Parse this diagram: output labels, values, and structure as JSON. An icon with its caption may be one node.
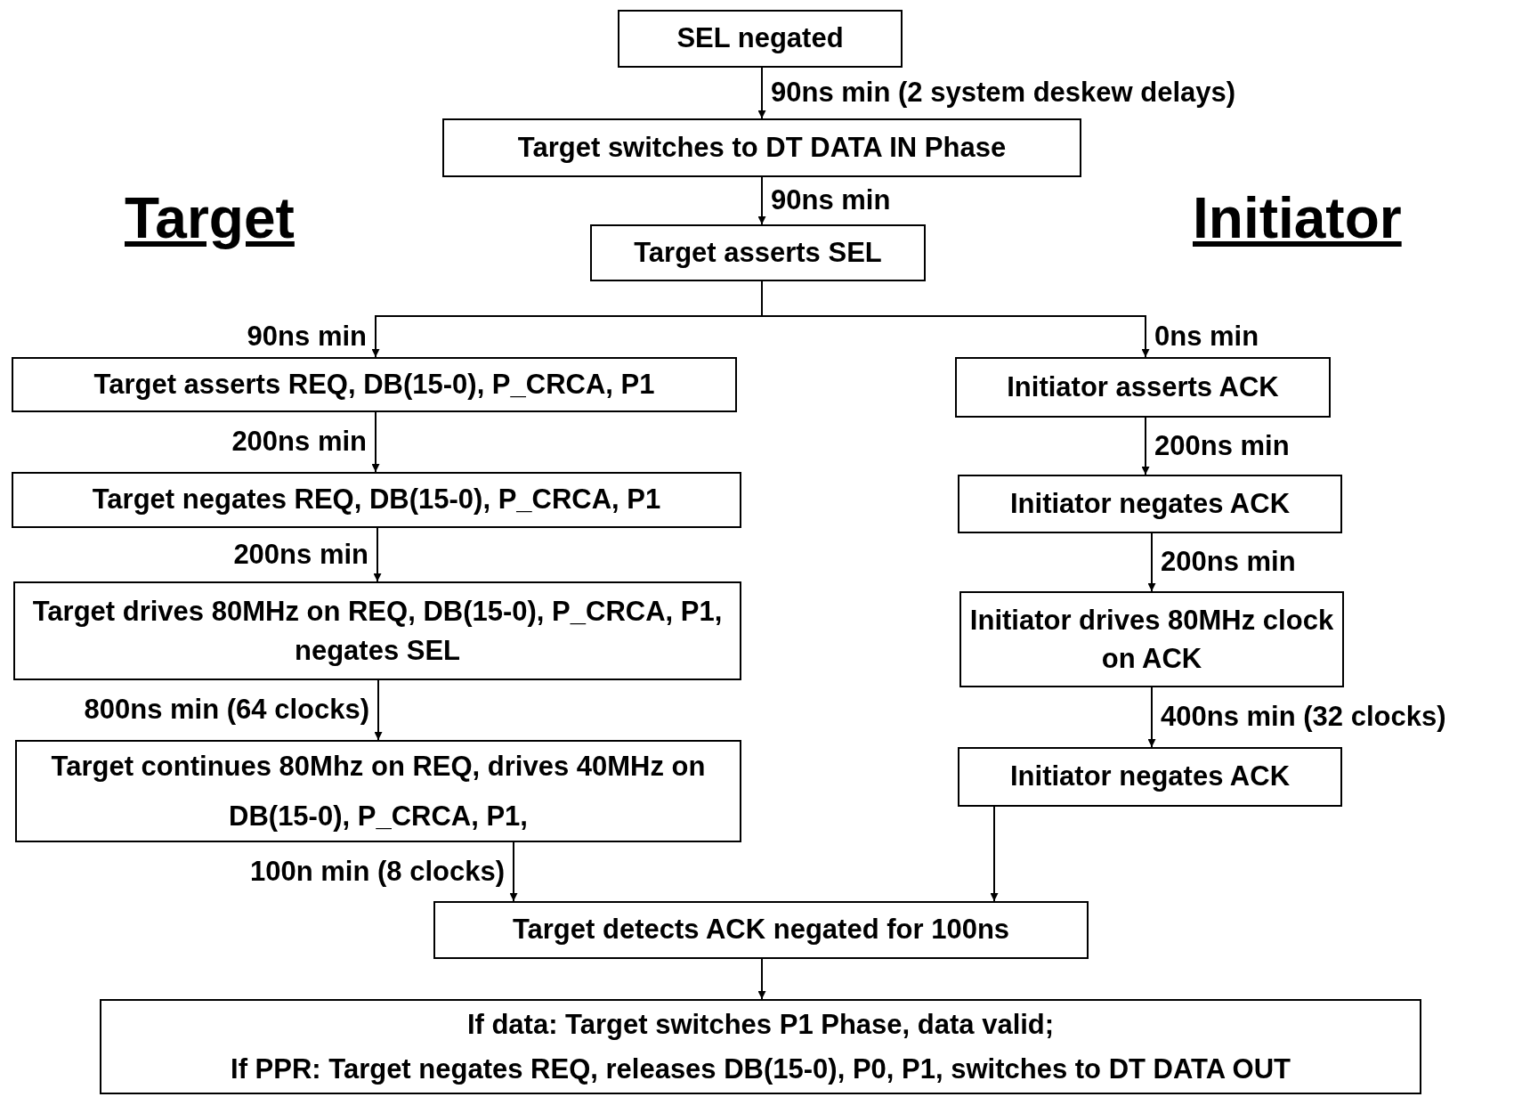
{
  "diagram": {
    "nodes": [
      {
        "text": [
          "SEL negated"
        ]
      },
      {
        "text": [
          "Target switches to DT DATA IN Phase"
        ]
      },
      {
        "text": [
          "Target asserts SEL"
        ]
      },
      {
        "text": [
          "Target asserts REQ, DB(15-0), P_CRCA, P1"
        ]
      },
      {
        "text": [
          "Target negates REQ, DB(15-0), P_CRCA, P1"
        ]
      },
      {
        "text": [
          "Target drives 80MHz on REQ, DB(15-0), P_CRCA, P1, negates SEL"
        ]
      },
      {
        "text": [
          "Target continues 80Mhz on REQ, drives 40MHz on DB(15-0), P_CRCA, P1,"
        ]
      },
      {
        "text": [
          "Initiator asserts ACK"
        ]
      },
      {
        "text": [
          "Initiator negates ACK"
        ]
      },
      {
        "text": [
          "Initiator drives 80MHz clock on ACK"
        ]
      },
      {
        "text": [
          "Initiator negates ACK"
        ]
      },
      {
        "text": [
          "Target detects ACK negated for 100ns"
        ]
      },
      {
        "text": [
          "If data: Target switches P1 Phase, data valid;",
          "If PPR: Target negates REQ, releases DB(15-0), P0, P1, switches to DT DATA OUT"
        ]
      }
    ],
    "edges": [
      {
        "from": 0,
        "to": 1,
        "arrow": "to",
        "label": "90ns min (2 system deskew delays)"
      },
      {
        "from": 1,
        "to": 2,
        "arrow": "to",
        "label": "90ns min"
      },
      {
        "from": 2,
        "to": 3,
        "arrow": "to",
        "label": "90ns min"
      },
      {
        "from": 2,
        "to": 7,
        "arrow": "to",
        "label": "0ns min"
      },
      {
        "from": 3,
        "to": 4,
        "arrow": "to",
        "label": "200ns min"
      },
      {
        "from": 4,
        "to": 5,
        "arrow": "to",
        "label": "200ns min"
      },
      {
        "from": 5,
        "to": 6,
        "arrow": "to",
        "label": "800ns min (64 clocks)"
      },
      {
        "from": 6,
        "to": 11,
        "arrow": "to",
        "label": "100n min (8 clocks)"
      },
      {
        "from": 7,
        "to": 8,
        "arrow": "to",
        "label": "200ns min"
      },
      {
        "from": 8,
        "to": 9,
        "arrow": "to",
        "label": "200ns min"
      },
      {
        "from": 9,
        "to": 10,
        "arrow": "to",
        "label": "400ns min (32 clocks)"
      },
      {
        "from": 10,
        "to": 11,
        "arrow": "to"
      },
      {
        "from": 11,
        "to": 12,
        "arrow": "to"
      }
    ],
    "labels": [
      "Target",
      "Initiator"
    ]
  }
}
